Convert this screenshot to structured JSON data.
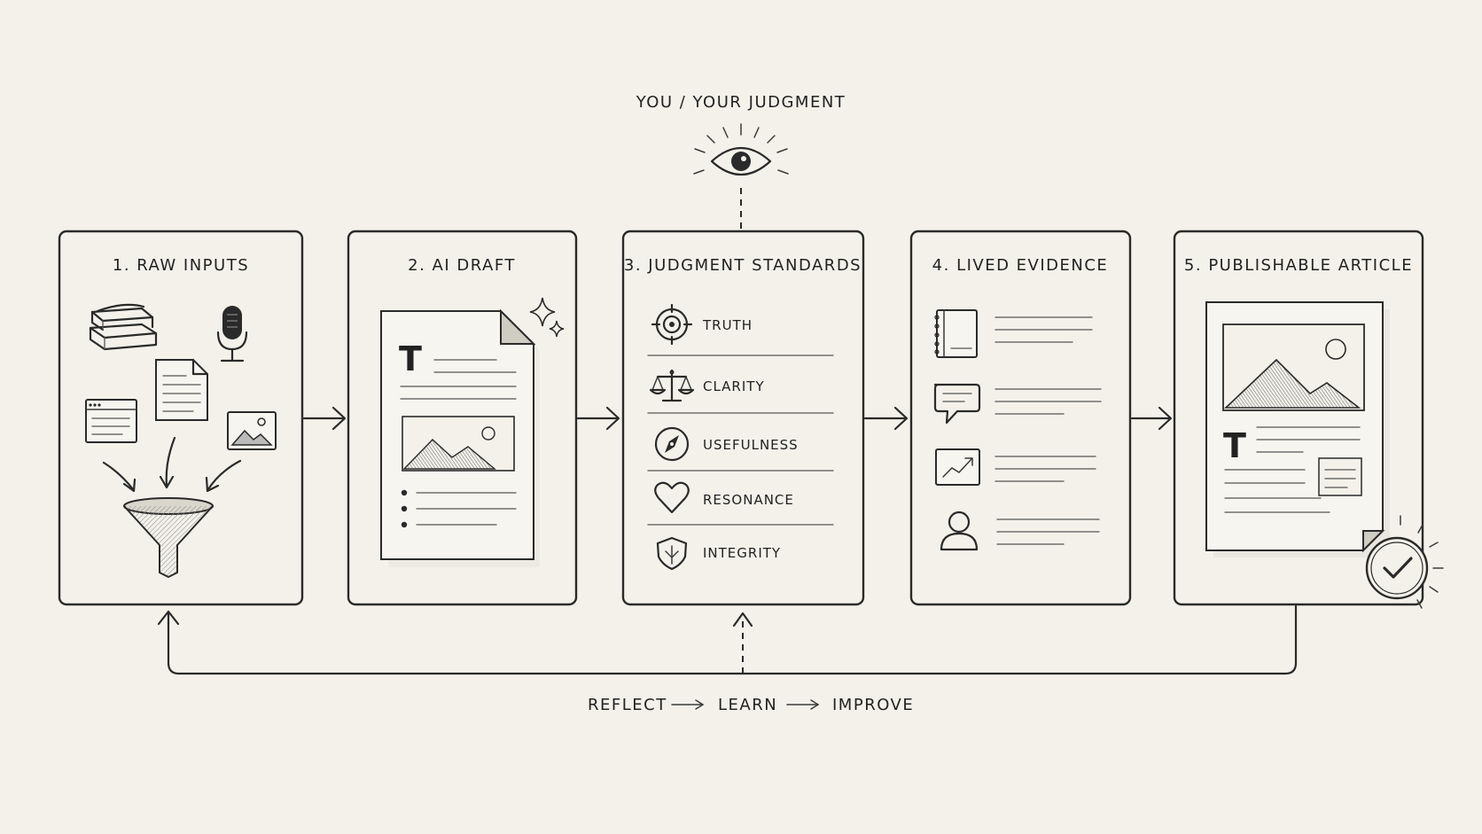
{
  "top_label": "YOU / YOUR JUDGMENT",
  "steps": [
    {
      "title": "1. RAW INPUTS"
    },
    {
      "title": "2. AI DRAFT"
    },
    {
      "title": "3. JUDGMENT STANDARDS"
    },
    {
      "title": "4. LIVED EVIDENCE"
    },
    {
      "title": "5. PUBLISHABLE ARTICLE"
    }
  ],
  "standards": [
    "TRUTH",
    "CLARITY",
    "USEFULNESS",
    "RESONANCE",
    "INTEGRITY"
  ],
  "loop": {
    "reflect": "REFLECT",
    "learn": "LEARN",
    "improve": "IMPROVE"
  },
  "icons": {
    "top": "eye-icon",
    "raw_inputs": [
      "books-icon",
      "microphone-icon",
      "document-icon",
      "browser-window-icon",
      "image-icon",
      "funnel-icon"
    ],
    "ai_draft": [
      "draft-document-icon",
      "sparkle-icon"
    ],
    "standards": [
      "target-icon",
      "scales-icon",
      "compass-icon",
      "heart-icon",
      "shield-icon"
    ],
    "evidence": [
      "notebook-icon",
      "speech-bubble-icon",
      "chart-icon",
      "person-icon"
    ],
    "article": [
      "article-document-icon",
      "checkmark-badge-icon"
    ]
  }
}
